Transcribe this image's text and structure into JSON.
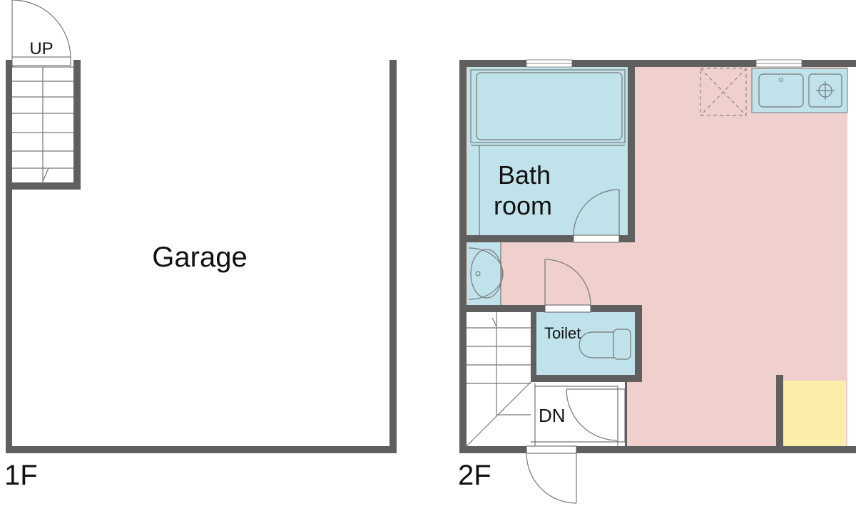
{
  "floor_1": {
    "label": "1F",
    "room_garage": "Garage",
    "stair_label": "UP"
  },
  "floor_2": {
    "label": "2F",
    "bathroom_line1": "Bath",
    "bathroom_line2": "room",
    "toilet": "Toilet",
    "stair_label": "DN"
  },
  "colors": {
    "wall": "#5f5f5f",
    "main_room": "#efd0cc",
    "wet_area": "#c0e2ea",
    "closet": "#fbeeab",
    "line": "#666666"
  }
}
